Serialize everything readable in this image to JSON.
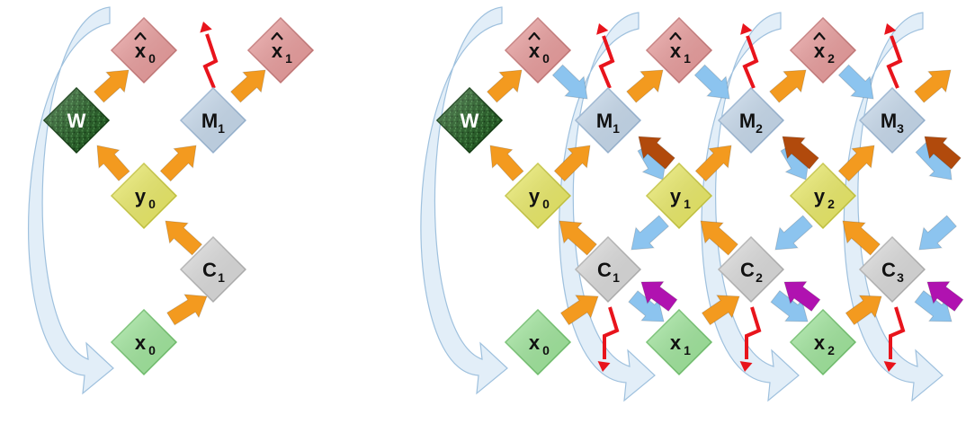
{
  "diagram": {
    "nodes": [
      {
        "id": "L_x0hat",
        "base": "x",
        "sub": "0",
        "hat": true,
        "kind": "xhat"
      },
      {
        "id": "L_x1hat",
        "base": "x",
        "sub": "1",
        "hat": true,
        "kind": "xhat"
      },
      {
        "id": "L_W",
        "base": "W",
        "sub": "",
        "hat": false,
        "kind": "weights"
      },
      {
        "id": "L_M1",
        "base": "M",
        "sub": "1",
        "hat": false,
        "kind": "memory"
      },
      {
        "id": "L_y0",
        "base": "y",
        "sub": "0",
        "hat": false,
        "kind": "output"
      },
      {
        "id": "L_C1",
        "base": "C",
        "sub": "1",
        "hat": false,
        "kind": "context"
      },
      {
        "id": "L_x0",
        "base": "x",
        "sub": "0",
        "hat": false,
        "kind": "input"
      },
      {
        "id": "R_x0hat",
        "base": "x",
        "sub": "0",
        "hat": true,
        "kind": "xhat"
      },
      {
        "id": "R_x1hat",
        "base": "x",
        "sub": "1",
        "hat": true,
        "kind": "xhat"
      },
      {
        "id": "R_x2hat",
        "base": "x",
        "sub": "2",
        "hat": true,
        "kind": "xhat"
      },
      {
        "id": "R_W",
        "base": "W",
        "sub": "",
        "hat": false,
        "kind": "weights"
      },
      {
        "id": "R_M1",
        "base": "M",
        "sub": "1",
        "hat": false,
        "kind": "memory"
      },
      {
        "id": "R_M2",
        "base": "M",
        "sub": "2",
        "hat": false,
        "kind": "memory"
      },
      {
        "id": "R_M3",
        "base": "M",
        "sub": "3",
        "hat": false,
        "kind": "memory"
      },
      {
        "id": "R_y0",
        "base": "y",
        "sub": "0",
        "hat": false,
        "kind": "output"
      },
      {
        "id": "R_y1",
        "base": "y",
        "sub": "1",
        "hat": false,
        "kind": "output"
      },
      {
        "id": "R_y2",
        "base": "y",
        "sub": "2",
        "hat": false,
        "kind": "output"
      },
      {
        "id": "R_C1",
        "base": "C",
        "sub": "1",
        "hat": false,
        "kind": "context"
      },
      {
        "id": "R_C2",
        "base": "C",
        "sub": "2",
        "hat": false,
        "kind": "context"
      },
      {
        "id": "R_C3",
        "base": "C",
        "sub": "3",
        "hat": false,
        "kind": "context"
      },
      {
        "id": "R_x0",
        "base": "x",
        "sub": "0",
        "hat": false,
        "kind": "input"
      },
      {
        "id": "R_x1",
        "base": "x",
        "sub": "1",
        "hat": false,
        "kind": "input"
      },
      {
        "id": "R_x2",
        "base": "x",
        "sub": "2",
        "hat": false,
        "kind": "input"
      }
    ],
    "colors": {
      "xhat_fill": "#f4a3a3",
      "xhat_stroke": "#c97a7a",
      "memory_fill": "#cfe3f7",
      "memory_stroke": "#9bb8d6",
      "output_fill": "#f5f56a",
      "output_stroke": "#c9c940",
      "context_fill": "#e4e4e4",
      "context_stroke": "#b4b4b4",
      "input_fill": "#a6f0a2",
      "input_stroke": "#72c46e",
      "weights_fill": "#1f5c1f",
      "weights_stroke": "#0e3a0e",
      "orange_arrow": "#f39a1f",
      "blue_arrow": "#8cc4ef",
      "brown_arrow": "#b14a0c",
      "purple_arrow": "#b012b0",
      "lightning": "#e8141c",
      "loop_arrow": "#d8e8f5",
      "loop_arrow_stroke": "#9fc1de"
    }
  }
}
